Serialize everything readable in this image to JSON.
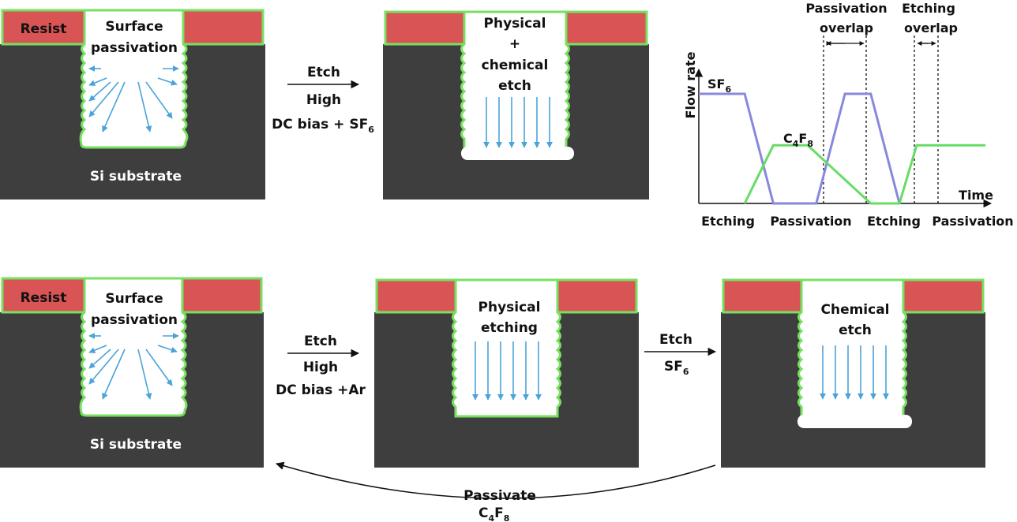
{
  "colors": {
    "substrate": "#3e3e3e",
    "resist": "#d95555",
    "passivation": "#78e060",
    "ion_arrow": "#4aa3d9",
    "sf6_line": "#8888dd",
    "c4f8_line": "#66dd66",
    "text_dark": "#111111",
    "text_light": "#ffffff"
  },
  "top_row": {
    "panel1": {
      "resist": "Resist",
      "passivation_1": "Surface",
      "passivation_2": "passivation",
      "substrate": "Si substrate"
    },
    "arrow1": {
      "line1": "Etch",
      "line2": "High",
      "line3": "DC bias + SF",
      "line3_sub": "6"
    },
    "panel2": {
      "line1": "Physical",
      "line2": "+",
      "line3": "chemical",
      "line4": "etch"
    }
  },
  "flow_chart": {
    "ylabel": "Flow rate",
    "xlabel": "Time",
    "sf6_label": "SF",
    "sf6_sub": "6",
    "c4f8_label_a": "C",
    "c4f8_sub_a": "4",
    "c4f8_label_b": "F",
    "c4f8_sub_b": "8",
    "passivation_overlap_1": "Passivation",
    "passivation_overlap_2": "overlap",
    "etching_overlap_1": "Etching",
    "etching_overlap_2": "overlap",
    "phases": [
      "Etching",
      "Passivation",
      "Etching",
      "Passivation"
    ]
  },
  "chart_data": {
    "type": "line",
    "title": "",
    "xlabel": "Time",
    "ylabel": "Flow rate",
    "ylim": [
      0,
      1
    ],
    "xlim": [
      0,
      10
    ],
    "series": [
      {
        "name": "SF6",
        "x": [
          0,
          1.6,
          2.6,
          4.1,
          5.1,
          6.0,
          7.0
        ],
        "y": [
          1,
          1,
          0,
          0,
          1,
          1,
          0
        ]
      },
      {
        "name": "C4F8",
        "x": [
          1.6,
          2.6,
          3.8,
          6.0,
          7.0,
          7.6,
          10.0
        ],
        "y": [
          0,
          0.53,
          0.53,
          0,
          0,
          0.53,
          0.53
        ]
      }
    ]
  },
  "bottom_row": {
    "panel1": {
      "resist": "Resist",
      "passivation_1": "Surface",
      "passivation_2": "passivation",
      "substrate": "Si substrate"
    },
    "arrow1": {
      "line1": "Etch",
      "line2": "High",
      "line3": "DC bias +Ar"
    },
    "panel2": {
      "line1": "Physical",
      "line2": "etching"
    },
    "arrow2": {
      "line1": "Etch",
      "line2": "SF",
      "line2_sub": "6"
    },
    "panel3": {
      "line1": "Chemical",
      "line2": "etch"
    },
    "return_arrow": {
      "line1": "Passivate",
      "line2a": "C",
      "line2a_sub": "4",
      "line2b": "F",
      "line2b_sub": "8"
    }
  }
}
